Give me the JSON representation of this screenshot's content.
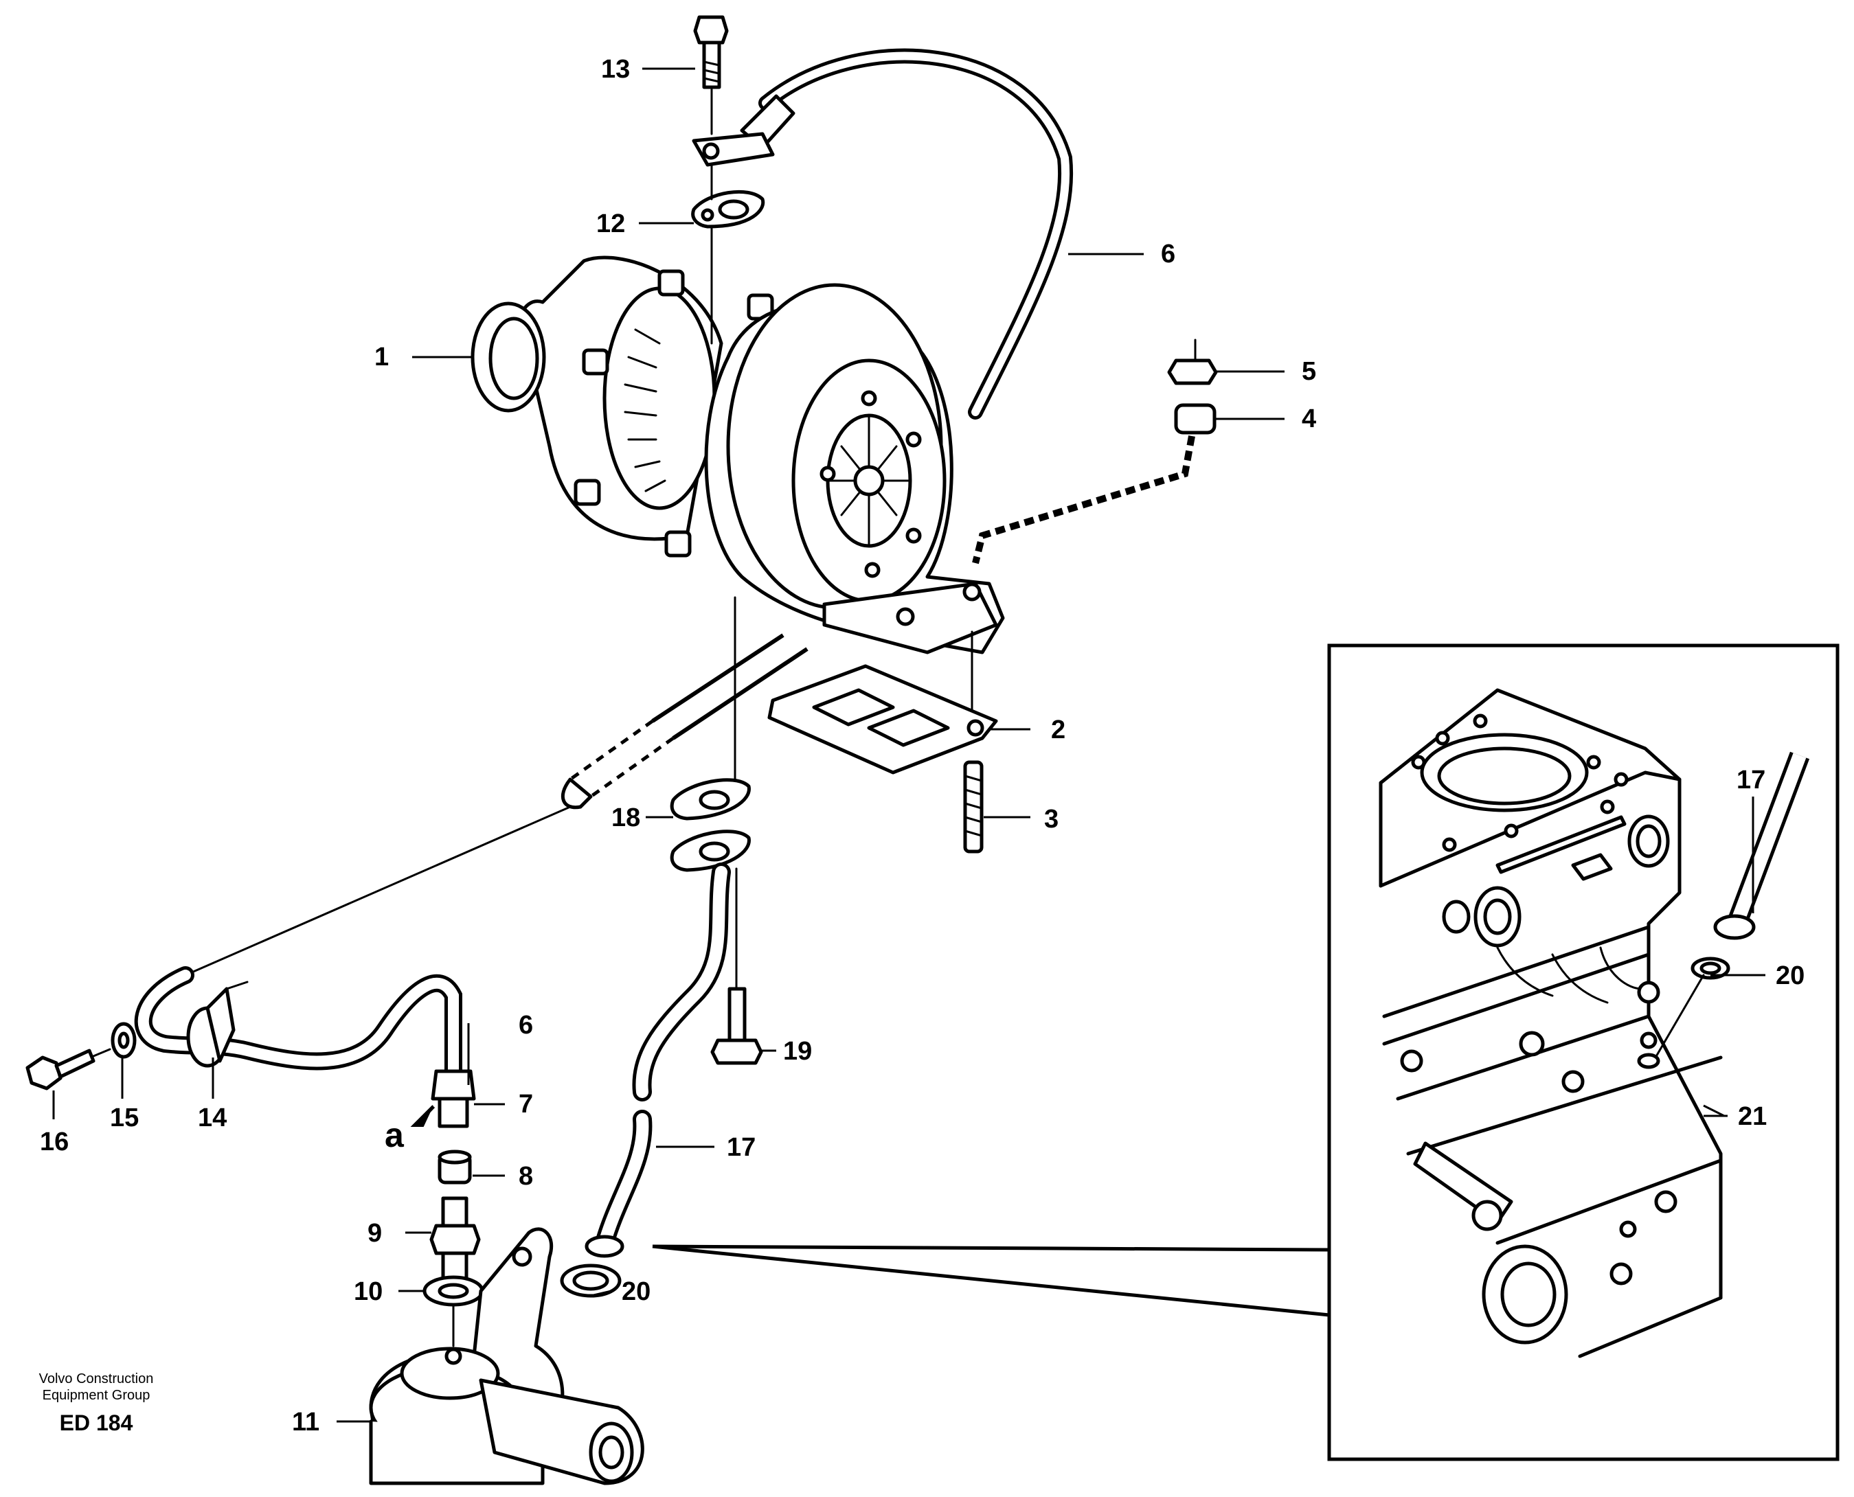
{
  "callouts": {
    "c1": "1",
    "c2": "2",
    "c3": "3",
    "c4": "4",
    "c5": "5",
    "c6a": "6",
    "c6b": "6",
    "c7": "7",
    "c8": "8",
    "c9": "9",
    "c10": "10",
    "c11": "11",
    "c12": "12",
    "c13": "13",
    "c14": "14",
    "c15": "15",
    "c16": "16",
    "c17a": "17",
    "c17b": "17",
    "c18": "18",
    "c19": "19",
    "c20a": "20",
    "c20b": "20",
    "c21": "21",
    "ca": "a"
  },
  "credit": {
    "line1": "Volvo Construction",
    "line2": "Equipment Group",
    "code": "ED 184"
  }
}
